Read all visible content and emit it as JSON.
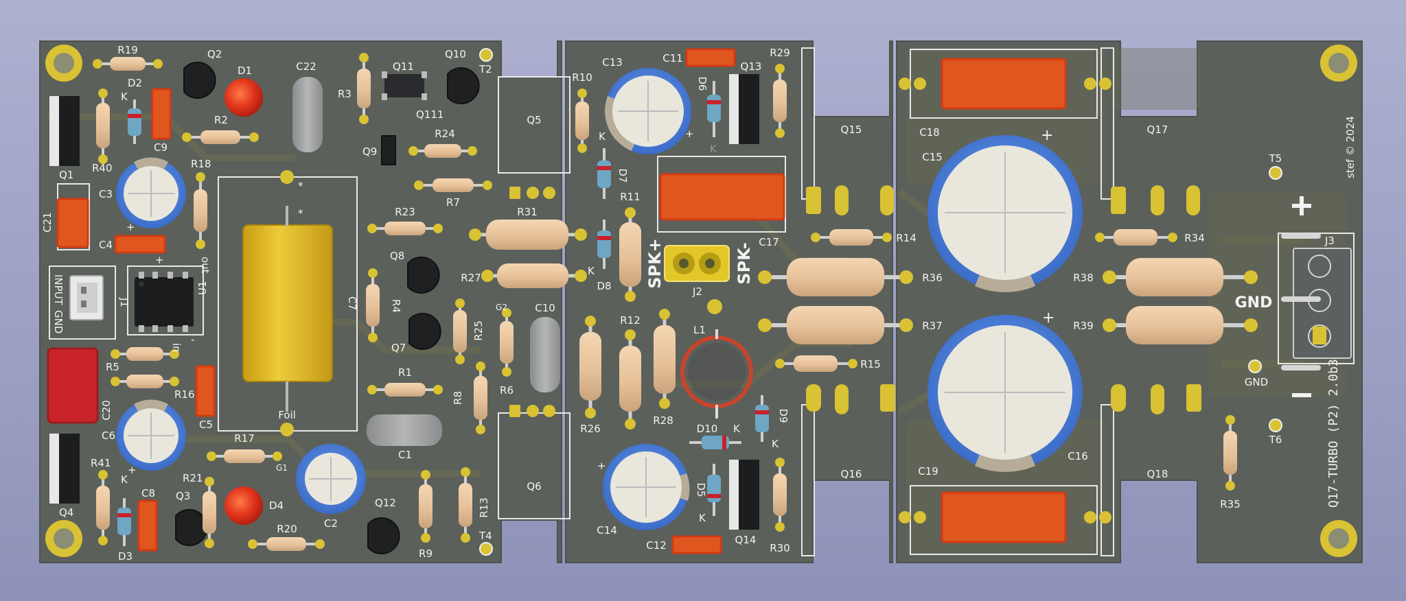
{
  "board": {
    "title": "Q17-TURBO (P2) 2.0b3",
    "copyright": "stef © 2024"
  },
  "colors": {
    "background": "#a3a5c8",
    "board": "#5b605b",
    "silk": "#f2f2f2",
    "pad": "#d9c233",
    "copper": "#6d6f4e",
    "resistor": "#e6c39b",
    "film_cap": "#e0561f",
    "cap_blue": "#4a7fd8",
    "cap_face": "#e9e6dc",
    "yellow_cap": "#e2bb22",
    "red_cap": "#c8242a"
  },
  "labels": {
    "R19": "R19",
    "Q2": "Q2",
    "D1": "D1",
    "C22": "C22",
    "R3": "R3",
    "Q11": "Q11",
    "Q10": "Q10",
    "T2": "T2",
    "D2": "D2",
    "K": "K",
    "R40": "R40",
    "C9": "C9",
    "R2": "R2",
    "Q111": "Q111",
    "Q1": "Q1",
    "R18": "R18",
    "C3": "C3",
    "C21": "C21",
    "C4": "C4",
    "out": "out",
    "plus": "+",
    "minus": "-",
    "star": "*",
    "INPUT": "INPUT",
    "GND": "GND",
    "J1": "J1",
    "U1": "U1",
    "in": "in",
    "Q9": "Q9",
    "R24": "R24",
    "R7": "R7",
    "R23": "R23",
    "Q8": "Q8",
    "R4": "R4",
    "C7": "C7",
    "Q7": "Q7",
    "R1": "R1",
    "Foil": "Foil",
    "C1": "C1",
    "R8": "R8",
    "R5": "R5",
    "R16": "R16",
    "C5": "C5",
    "C20": "C20",
    "C6": "C6",
    "R17": "R17",
    "G1": "G1",
    "C2": "C2",
    "R41": "R41",
    "Q4": "Q4",
    "R21": "R21",
    "D4": "D4",
    "D3": "D3",
    "C8": "C8",
    "Q3": "Q3",
    "R20": "R20",
    "Q12": "Q12",
    "R9": "R9",
    "R13": "R13",
    "T4": "T4",
    "Q5": "Q5",
    "R10": "R10",
    "C13": "C13",
    "C11": "C11",
    "D6": "D6",
    "Q13": "Q13",
    "R29": "R29",
    "D7": "D7",
    "R11": "R11",
    "R31": "R31",
    "C17": "C17",
    "R27": "R27",
    "SPKplus": "SPK+",
    "SPKminus": "SPK-",
    "J2": "J2",
    "D8": "D8",
    "R25": "R25",
    "G2": "G2",
    "C10": "C10",
    "R12": "R12",
    "L1": "L1",
    "R6": "R6",
    "R26": "R26",
    "R28": "R28",
    "D10": "D10",
    "D9": "D9",
    "Q6": "Q6",
    "C14": "C14",
    "D5": "D5",
    "C12": "C12",
    "Q14": "Q14",
    "R30": "R30",
    "Q15": "Q15",
    "C18": "C18",
    "C15": "C15",
    "R14": "R14",
    "R36": "R36",
    "R37": "R37",
    "R15": "R15",
    "C19": "C19",
    "C16": "C16",
    "Q16": "Q16",
    "Q17": "Q17",
    "T5": "T5",
    "R34": "R34",
    "J3": "J3",
    "R38": "R38",
    "R39": "R39",
    "T6": "T6",
    "R35": "R35",
    "Q18": "Q18"
  }
}
